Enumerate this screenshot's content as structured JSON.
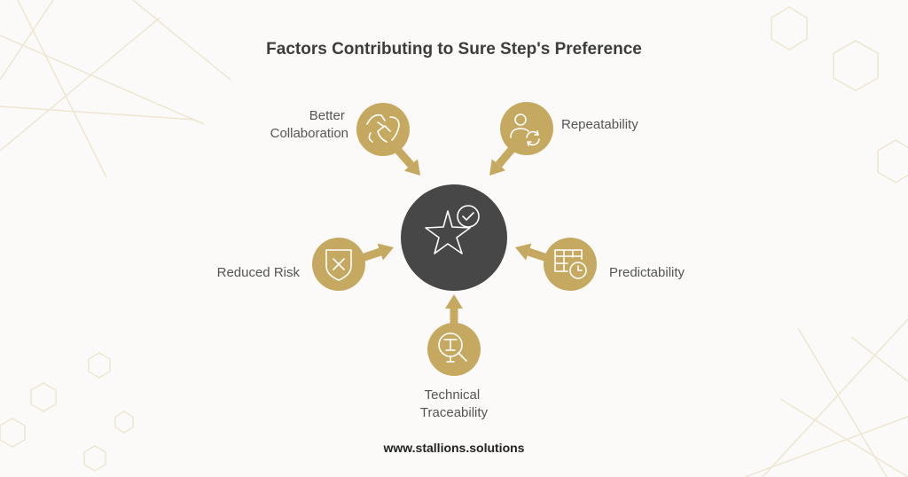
{
  "title": "Factors Contributing to Sure Step's Preference",
  "colors": {
    "gold": "#c6a961",
    "center": "#474747",
    "text": "#555555",
    "decor": "#eee6d2"
  },
  "center": {
    "icon": "star-check-icon"
  },
  "factors": [
    {
      "lines": [
        "Better",
        "Collaboration"
      ],
      "icon": "handshake-icon"
    },
    {
      "lines": [
        "Repeatability"
      ],
      "icon": "user-cycle-icon"
    },
    {
      "lines": [
        "Reduced Risk"
      ],
      "icon": "shield-x-icon"
    },
    {
      "lines": [
        "Predictability"
      ],
      "icon": "calendar-clock-icon"
    },
    {
      "lines": [
        "Technical",
        "Traceability"
      ],
      "icon": "magnifier-t-icon"
    }
  ],
  "footer": "www.stallions.solutions"
}
